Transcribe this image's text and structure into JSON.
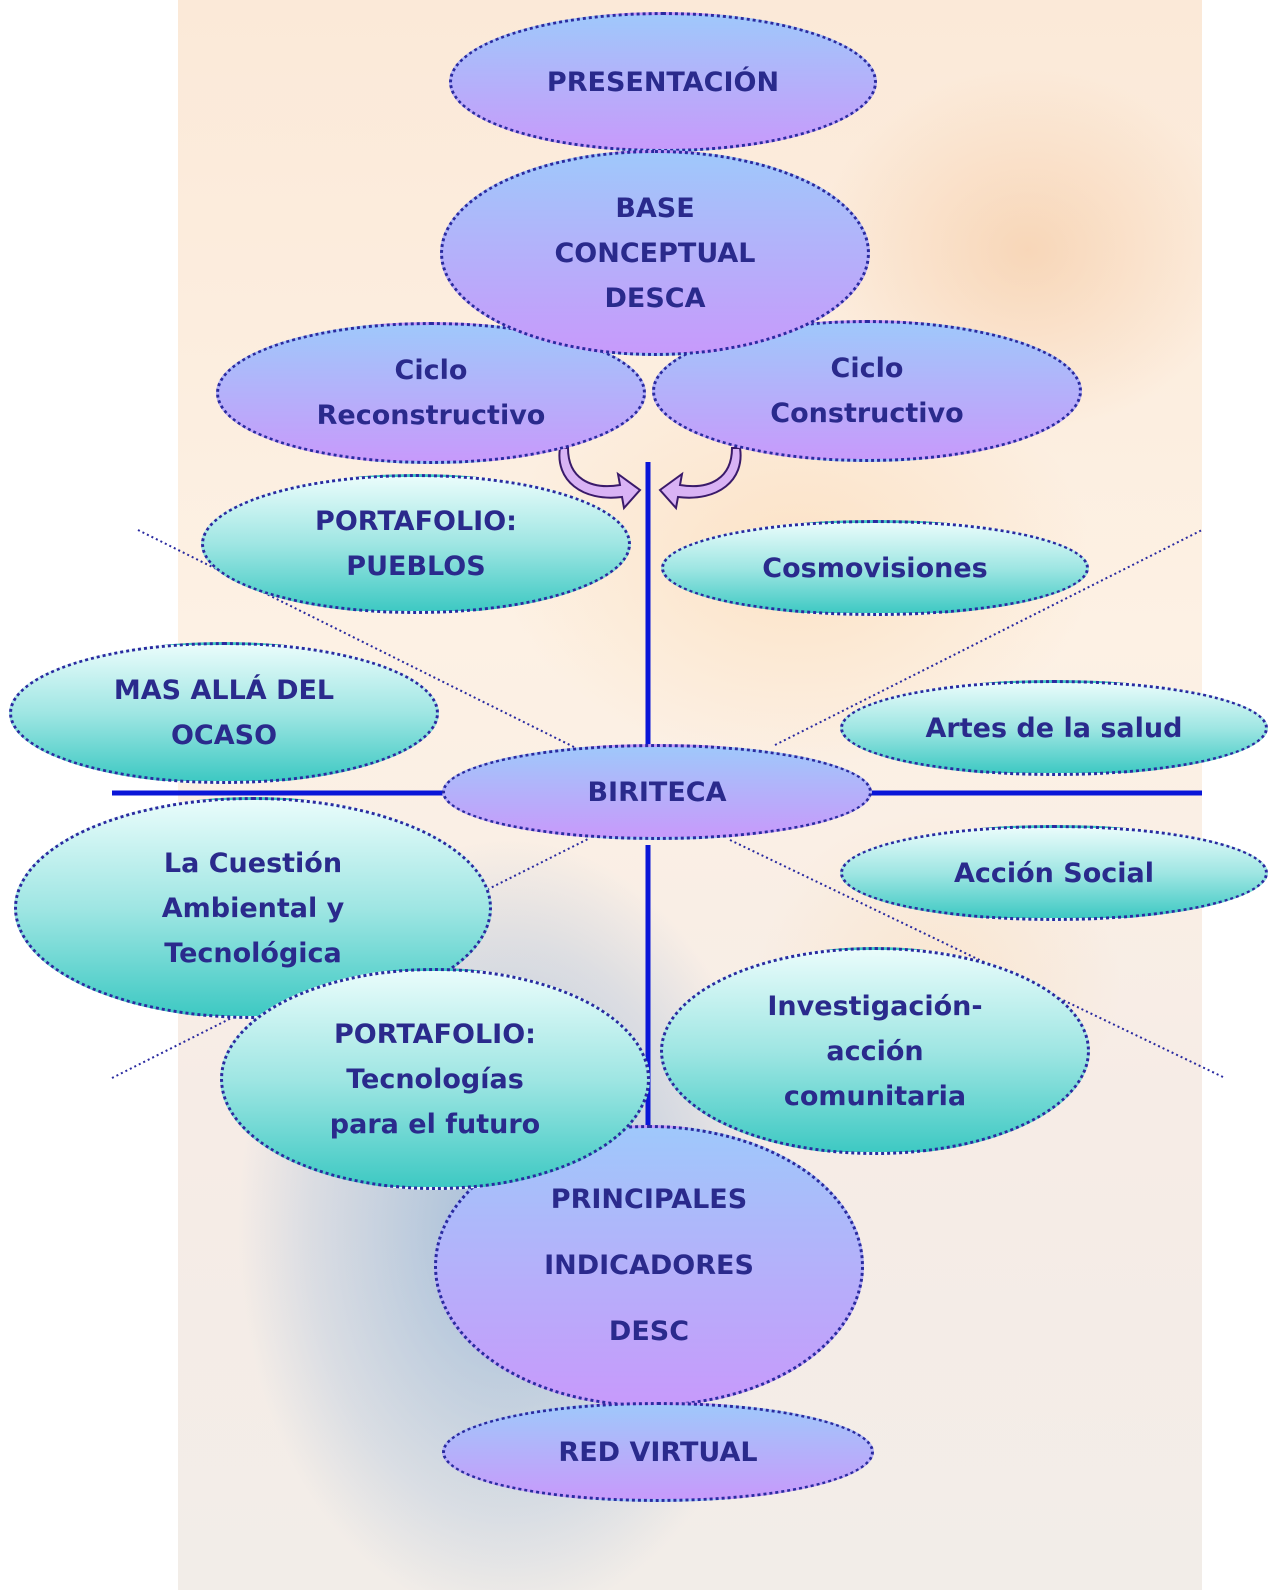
{
  "colors": {
    "node_text": "#2a2a8c",
    "node_border": "#2a2aa0",
    "axis_line": "#0a16d8",
    "purple_top": "#9fc8fb",
    "purple_bottom": "#c79afb",
    "teal_top": "#e9fcfb",
    "teal_bottom": "#3ec9c3",
    "arrow_fill": "#d9b3f5"
  },
  "nodes": {
    "presentacion": [
      "PRESENTACIÓN"
    ],
    "base_conceptual": [
      "BASE",
      "CONCEPTUAL",
      "DESCA"
    ],
    "ciclo_reconstructivo": [
      "Ciclo",
      "Reconstructivo"
    ],
    "ciclo_constructivo": [
      "Ciclo",
      "Constructivo"
    ],
    "portafolio_pueblos": [
      "PORTAFOLIO:",
      "PUEBLOS"
    ],
    "cosmovisiones": [
      "Cosmovisiones"
    ],
    "mas_alla": [
      "MAS ALLÁ DEL",
      "OCASO"
    ],
    "artes_salud": [
      "Artes de la salud"
    ],
    "biriteca": [
      "BIRITECA"
    ],
    "cuestion_ambiental": [
      "La Cuestión",
      "Ambiental y",
      "Tecnológica"
    ],
    "accion_social": [
      "Acción Social"
    ],
    "portafolio_tecnologias": [
      "PORTAFOLIO:",
      "Tecnologías",
      "para el futuro"
    ],
    "investigacion": [
      "Investigación-",
      "acción",
      "comunitaria"
    ],
    "principales": [
      "PRINCIPALES",
      "INDICADORES",
      "DESC"
    ],
    "red_virtual": [
      "RED VIRTUAL"
    ]
  }
}
